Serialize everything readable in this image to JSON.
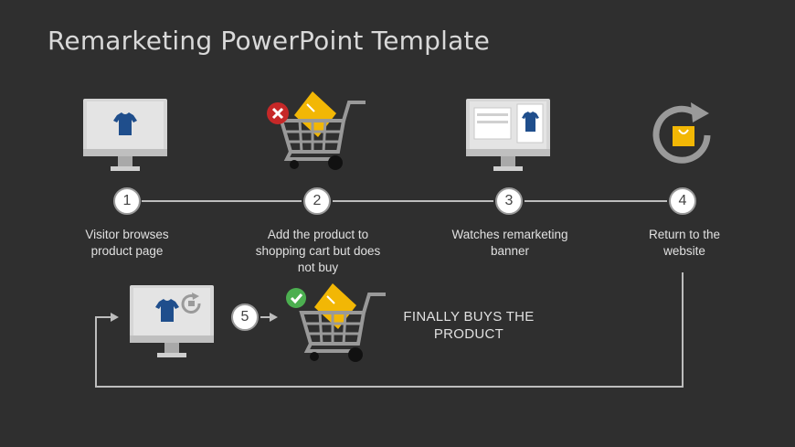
{
  "title": "Remarketing PowerPoint Template",
  "steps": [
    {
      "num": "1",
      "label": "Visitor browses product page"
    },
    {
      "num": "2",
      "label": "Add the product to shopping cart but does not buy"
    },
    {
      "num": "3",
      "label": "Watches remarketing banner"
    },
    {
      "num": "4",
      "label": "Return to the website"
    },
    {
      "num": "5",
      "label": "FINALLY BUYS THE PRODUCT"
    }
  ],
  "icons": {
    "step1": "monitor-tshirt-icon",
    "step2": "cart-cancel-icon",
    "step3": "monitor-banner-icon",
    "step4": "refresh-bag-icon",
    "step5a": "monitor-tshirt-refresh-icon",
    "step5b": "cart-check-icon"
  },
  "colors": {
    "background": "#2f2f2f",
    "line": "#bdbdbd",
    "shirt": "#1f4e8c",
    "bag": "#f2b705",
    "cancel": "#c62828",
    "check": "#4caf50"
  }
}
